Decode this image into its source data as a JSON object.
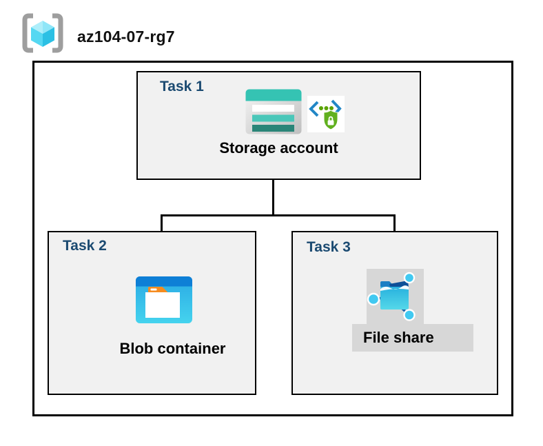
{
  "header": {
    "title": "az104-07-rg7",
    "icon": "resource-group-icon"
  },
  "diagram": {
    "groups": [
      {
        "id": "task-1",
        "label": "Task 1",
        "item": "Storage account",
        "icons": [
          "storage-account-icon",
          "secure-transfer-icon"
        ]
      },
      {
        "id": "task-2",
        "label": "Task 2",
        "item": "Blob container",
        "icons": [
          "blob-container-icon"
        ]
      },
      {
        "id": "task-3",
        "label": "Task 3",
        "item": "File share",
        "icons": [
          "file-share-icon"
        ]
      }
    ],
    "connections": [
      {
        "from": "Storage account",
        "to": "Blob container"
      },
      {
        "from": "Storage account",
        "to": "File share"
      }
    ]
  },
  "colors": {
    "task_label_blue": "#1b4a71",
    "box_border": "#000000",
    "task_box_fill": "#f1f1f1",
    "highlight_fill": "#d7d7d7",
    "storage_teal": "#35c3b3",
    "storage_teal_dark": "#2a8578",
    "blob_top_blue": "#0e7fd6",
    "blob_body_cyan": "#45d3ee",
    "folder_tab_orange": "#f68c20",
    "file_share_navy": "#0d4f97",
    "file_node_cyan": "#41c9f1",
    "shield_green": "#61b01f",
    "bracket_gray": "#9e9e9e",
    "cube_cyan_light": "#aeeefa",
    "cube_cyan_dark": "#2bc0e4"
  }
}
